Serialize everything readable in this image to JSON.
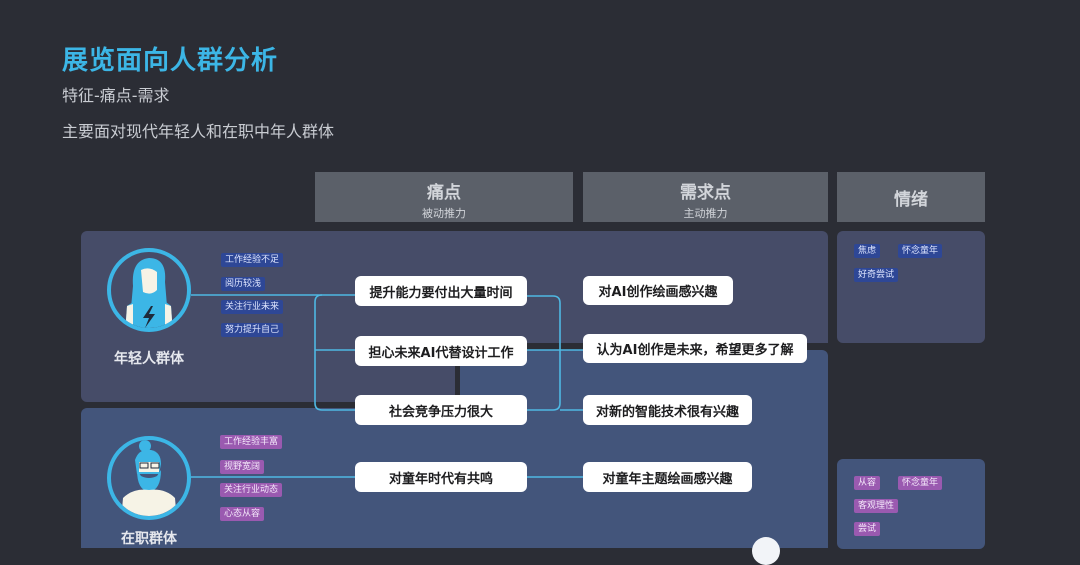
{
  "header": {
    "title": "展览面向人群分析",
    "subtitle": "特征-痛点-需求",
    "description": "主要面对现代年轻人和在职中年人群体"
  },
  "columns": {
    "pain": {
      "label": "痛点",
      "sub": "被动推力"
    },
    "demand": {
      "label": "需求点",
      "sub": "主动推力"
    },
    "emotion": {
      "label": "情绪"
    }
  },
  "groups": [
    {
      "name": "年轻人群体",
      "avatar": "young-woman-lightning-shirt-icon",
      "tag_color": "#2e4796",
      "traits": [
        "工作经验不足",
        "阅历较浅",
        "关注行业未来",
        "努力提升自己"
      ],
      "emotions": [
        "焦虑",
        "怀念童年",
        "好奇尝试"
      ]
    },
    {
      "name": "在职群体",
      "avatar": "bearded-man-glasses-icon",
      "tag_color": "#9a5ab0",
      "traits": [
        "工作经验丰富",
        "视野宽阔",
        "关注行业动态",
        "心态从容"
      ],
      "emotions": [
        "从容",
        "怀念童年",
        "客观理性",
        "尝试"
      ]
    }
  ],
  "pain_points": [
    "提升能力要付出大量时间",
    "担心未来AI代替设计工作",
    "社会竞争压力很大",
    "对童年时代有共鸣"
  ],
  "demands": [
    "对AI创作绘画感兴趣",
    "认为AI创作是未来，希望更多了解",
    "对新的智能技术很有兴趣",
    "对童年主题绘画感兴趣"
  ],
  "colors": {
    "background": "#2b2d35",
    "title": "#3cb6e6",
    "young_panel": "#464c68",
    "mid_panel": "#43557b",
    "connector": "#4fb8e3",
    "header_card": "#5b6069"
  }
}
